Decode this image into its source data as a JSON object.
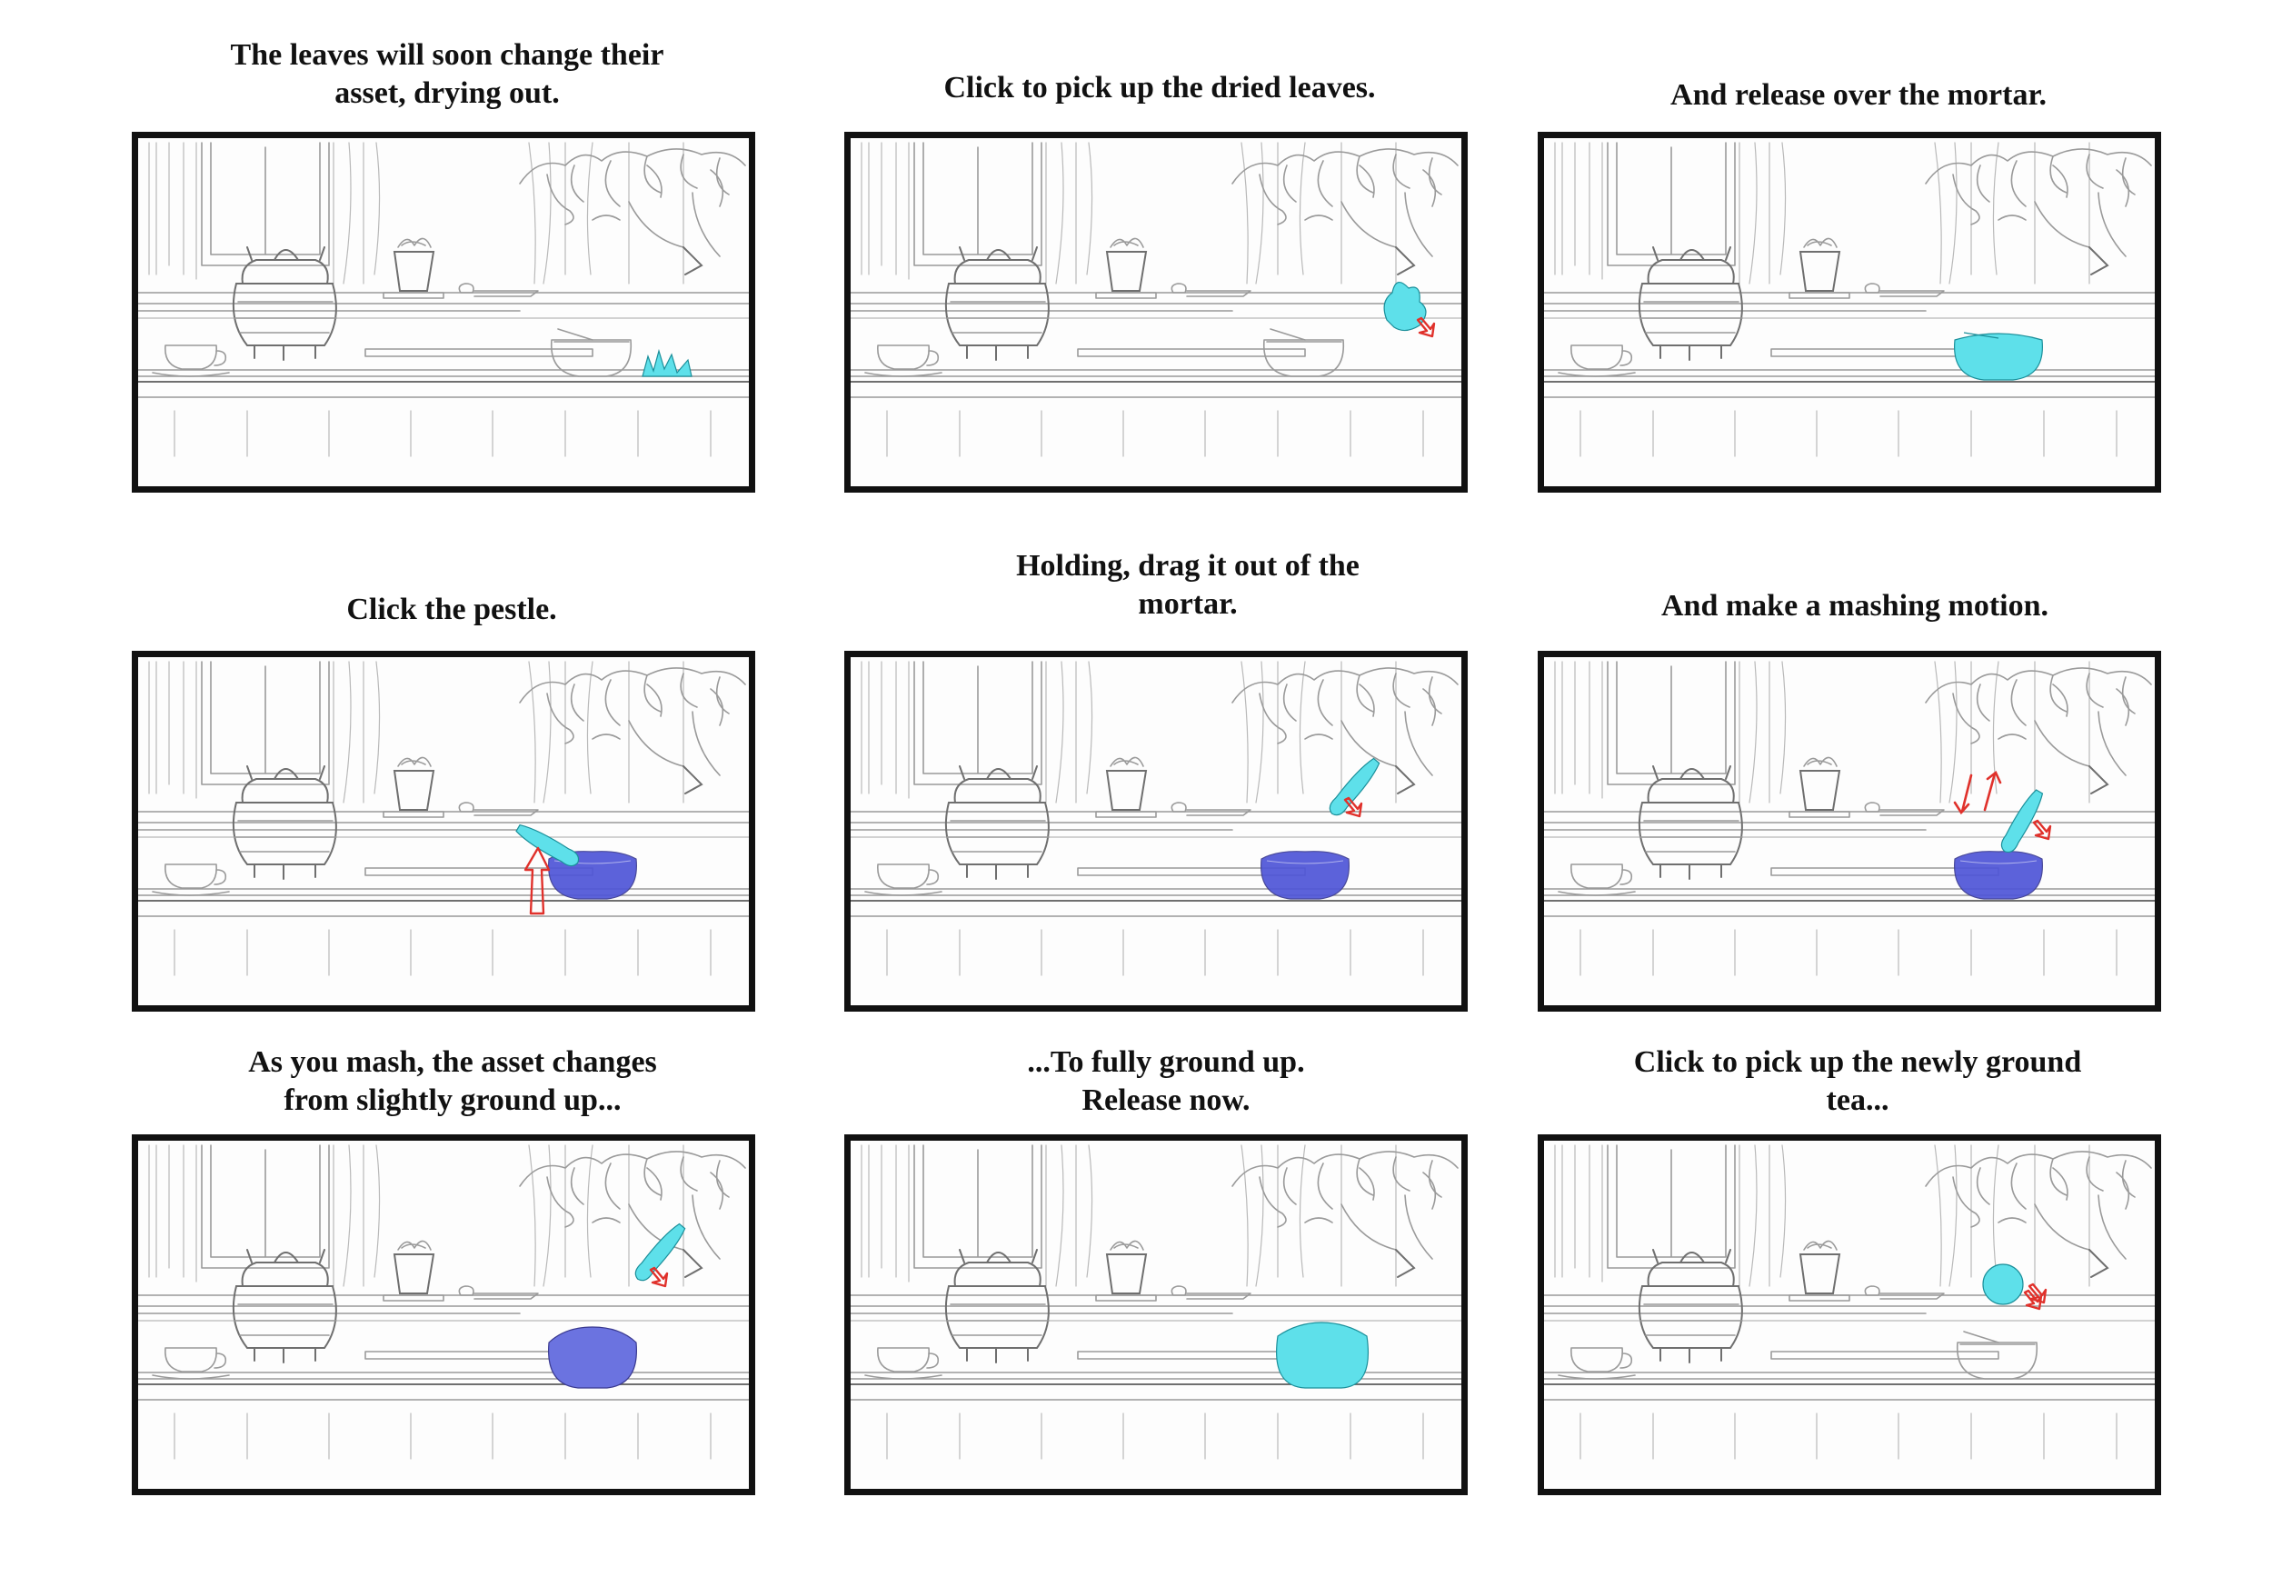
{
  "storyboard": {
    "panels": [
      {
        "caption": "The leaves will soon change their\nasset, drying out.",
        "state": "dry-leaves"
      },
      {
        "caption": "Click to pick up the dried leaves.",
        "state": "pick-leaves"
      },
      {
        "caption": "And release over the mortar.",
        "state": "release-mortar"
      },
      {
        "caption": "Click the pestle.",
        "state": "click-pestle"
      },
      {
        "caption": "Holding, drag it out of the\nmortar.",
        "state": "drag-pestle"
      },
      {
        "caption": "And make a mashing motion.",
        "state": "mash-motion"
      },
      {
        "caption": "As you mash, the asset changes\nfrom slightly ground up...",
        "state": "slightly-ground"
      },
      {
        "caption": "...To fully ground up.\nRelease now.",
        "state": "fully-ground"
      },
      {
        "caption": "Click to pick up the newly ground\ntea...",
        "state": "pick-tea"
      }
    ]
  },
  "colors": {
    "highlight_cyan": "#5ee0ea",
    "mortar_blue": "#4f55d8",
    "arrow_red": "#e0312b",
    "frame": "#111111"
  },
  "icons": [
    "cursor-arrow-icon",
    "motion-arrow-icon"
  ]
}
